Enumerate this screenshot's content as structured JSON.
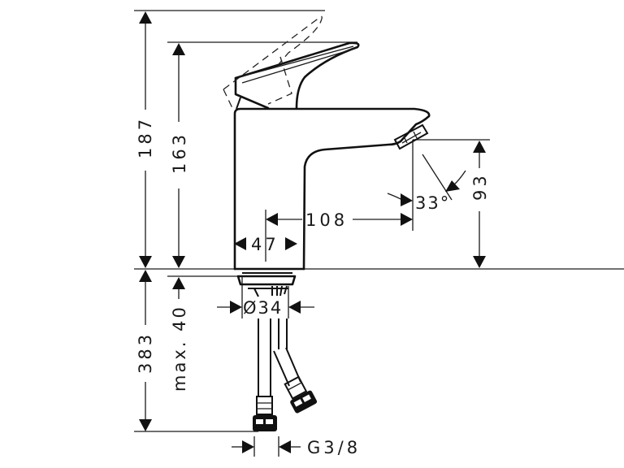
{
  "drawing": {
    "subject": "single-lever basin mixer faucet dimension drawing",
    "dimensions": {
      "overall_height": "187",
      "spout_lever_height": "163",
      "spout_height": "93",
      "spout_reach": "108",
      "body_width": "47",
      "spout_angle": "33°",
      "mounting_hole_diameter": "Ø34",
      "tail_length": "383",
      "max_counter_thickness": "max. 40",
      "connection_thread": "G3/8"
    },
    "colors": {
      "line": "#111111",
      "background": "#ffffff"
    }
  }
}
